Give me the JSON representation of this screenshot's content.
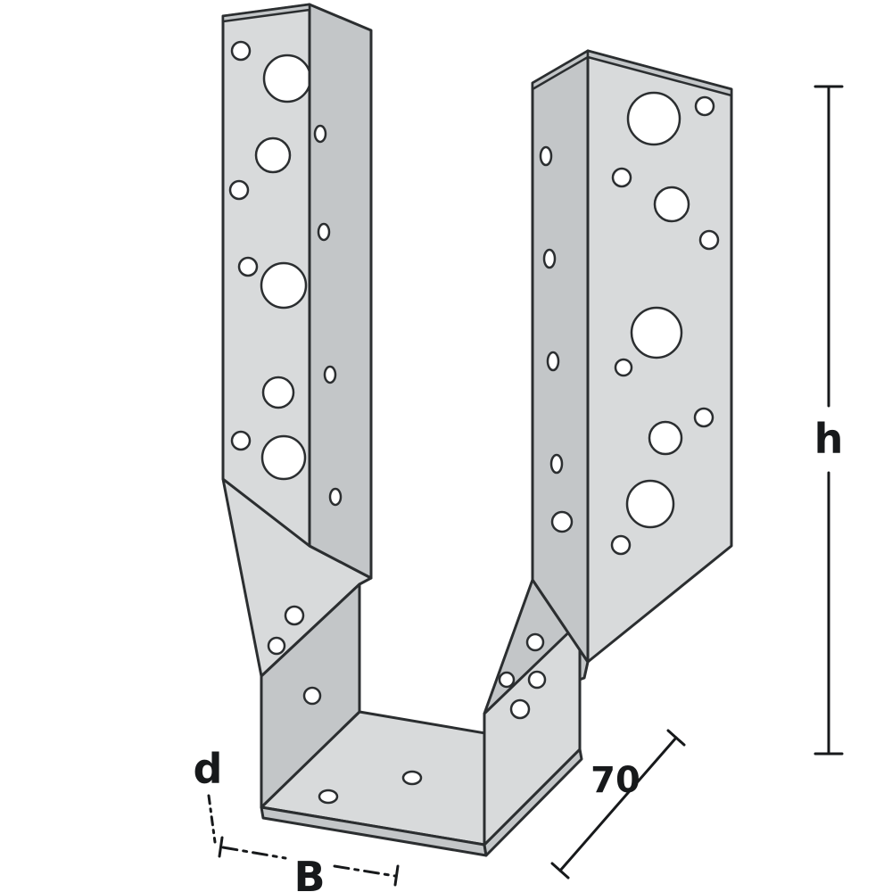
{
  "figure": {
    "subject": "perforated joist hanger bracket - technical line drawing",
    "background_color": "#ffffff",
    "outline_color": "#2b2e30",
    "face_color": "#d8dadb",
    "side_color": "#c3c6c8",
    "hole_color": "#ffffff",
    "dimension_color": "#17191b"
  },
  "dimensions": {
    "height": {
      "label": "h"
    },
    "width": {
      "label": "B"
    },
    "depth": {
      "label": "70"
    },
    "thickness": {
      "label": "d"
    }
  }
}
